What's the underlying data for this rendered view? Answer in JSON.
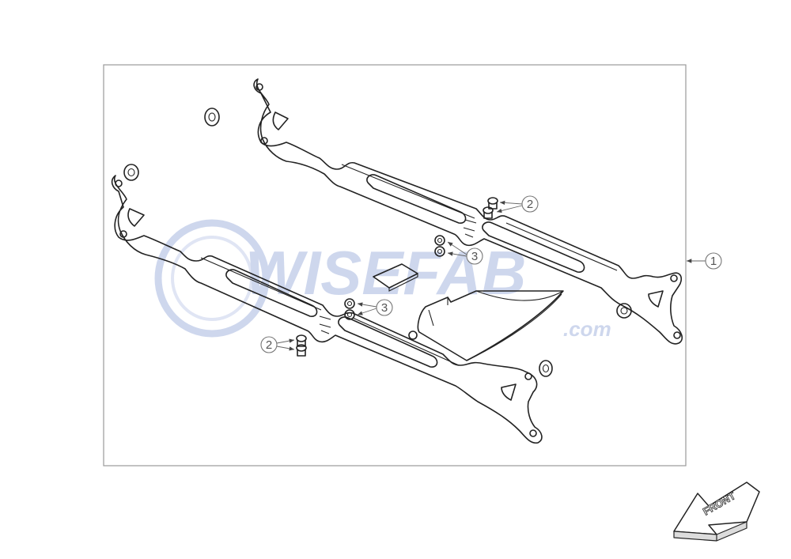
{
  "watermark": {
    "brand": "WISEFAB",
    "suffix": ".com",
    "color": "#c9d3ec"
  },
  "callouts": [
    {
      "id": "callout-1",
      "label": "1"
    },
    {
      "id": "callout-2-upper",
      "label": "2"
    },
    {
      "id": "callout-2-lower",
      "label": "2"
    },
    {
      "id": "callout-3-upper",
      "label": "3"
    },
    {
      "id": "callout-3-lower",
      "label": "3"
    }
  ],
  "front_arrow": {
    "label": "FRONT"
  },
  "colors": {
    "stroke": "#222222",
    "frame": "#9a9a9a",
    "callout": "#777777"
  }
}
